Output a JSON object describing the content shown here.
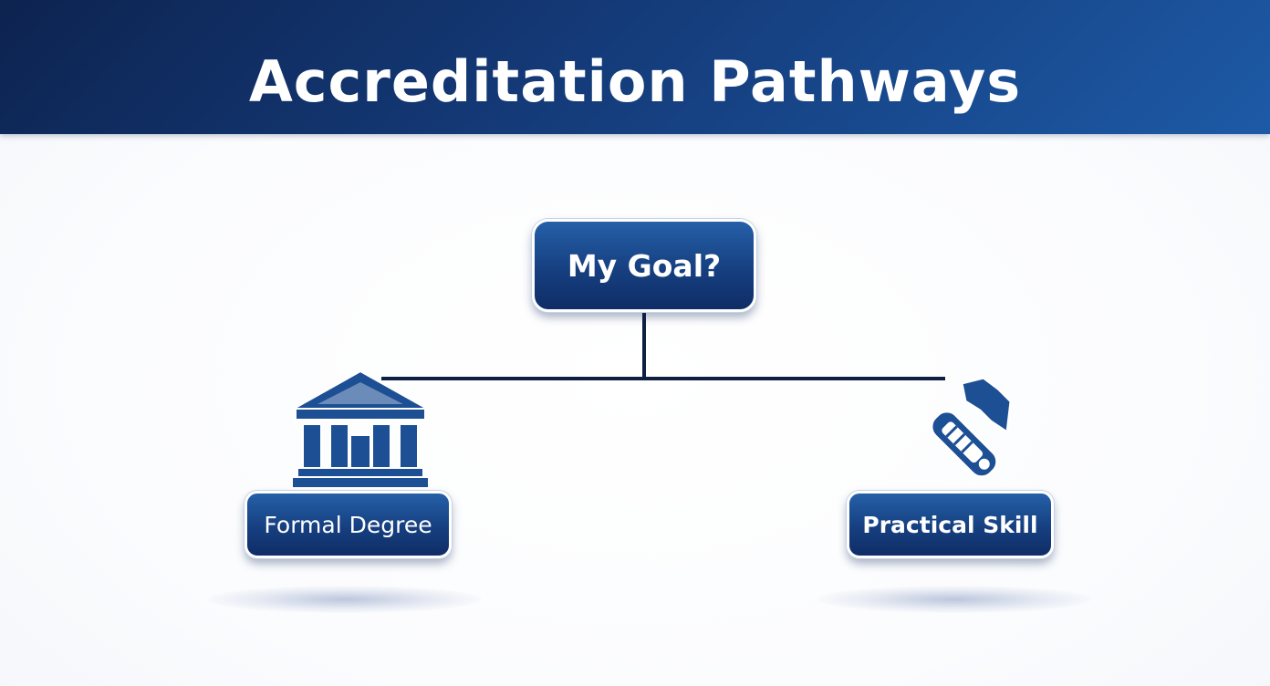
{
  "header": {
    "title": "Accreditation Pathways"
  },
  "diagram": {
    "root": {
      "label": "My Goal?"
    },
    "branches": [
      {
        "label": "Formal Degree",
        "icon": "bank-building-icon"
      },
      {
        "label": "Practical Skill",
        "icon": "hammer-wrench-icon"
      }
    ]
  },
  "colors": {
    "header_dark": "#0d2350",
    "header_light": "#1d5aa6",
    "node_fill": "#163f80",
    "connector": "#0f1f44",
    "icon": "#1d4f94"
  }
}
